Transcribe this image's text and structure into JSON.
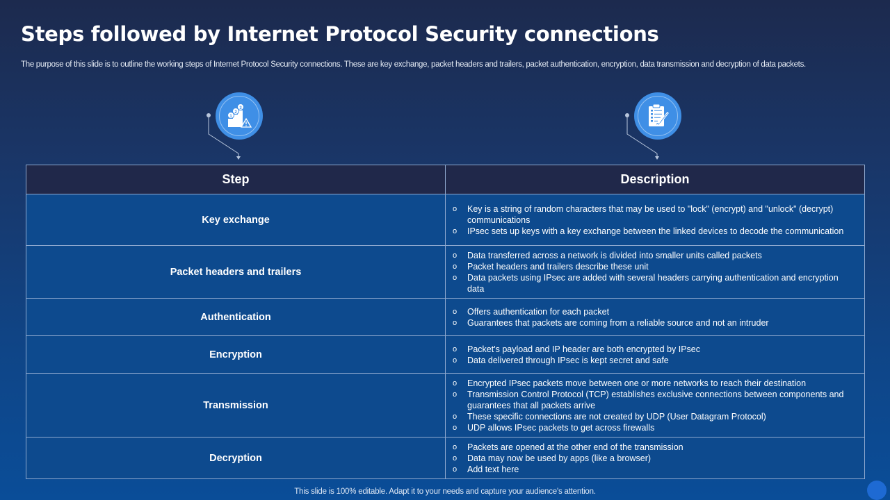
{
  "slide": {
    "title": "Steps followed by Internet Protocol Security connections",
    "subtitle": "The purpose of this slide is to outline the working steps of Internet Protocol Security connections. These are key exchange, packet headers and trailers, packet authentication, encryption, data transmission and decryption of data packets.",
    "footer": "This slide is 100% editable. Adapt it to your needs and capture your audience's attention."
  },
  "icons": {
    "left": "steps-warning-icon",
    "right": "clipboard-checklist-icon"
  },
  "colors": {
    "background_top": "#1c2a4e",
    "background_bottom": "#0a4d98",
    "header_fill": "#20284a",
    "cell_fill": "#0d4a8e",
    "icon_circle": "#3f8fe6",
    "border": "#8fa9cf"
  },
  "table": {
    "headers": [
      "Step",
      "Description"
    ],
    "rows": [
      {
        "step": "Key exchange",
        "bullets": [
          "Key is a string of random characters that may be used to \"lock\" (encrypt) and \"unlock\" (decrypt) communications",
          "IPsec sets up keys with a key exchange between the linked devices to decode the communication"
        ]
      },
      {
        "step": "Packet headers and trailers",
        "bullets": [
          "Data transferred across a network is divided into smaller units called packets",
          "Packet headers and trailers describe these unit",
          "Data packets using IPsec are added with several headers carrying authentication and encryption data"
        ]
      },
      {
        "step": "Authentication",
        "bullets": [
          "Offers authentication for each packet",
          "Guarantees that packets are coming from a reliable source and not an intruder"
        ]
      },
      {
        "step": "Encryption",
        "bullets": [
          "Packet's payload and IP header are both encrypted by IPsec",
          "Data delivered through IPsec is kept secret and safe"
        ]
      },
      {
        "step": "Transmission",
        "bullets": [
          "Encrypted IPsec packets move between one or more networks to reach their destination",
          "Transmission Control Protocol (TCP) establishes exclusive connections between components and guarantees that all packets arrive",
          "These specific connections are not created by UDP (User Datagram Protocol)",
          "UDP allows IPsec packets to get across firewalls"
        ]
      },
      {
        "step": "Decryption",
        "bullets": [
          "Packets are opened at the other end of the transmission",
          "Data may now be used by apps (like a browser)",
          "Add text here"
        ]
      }
    ]
  }
}
